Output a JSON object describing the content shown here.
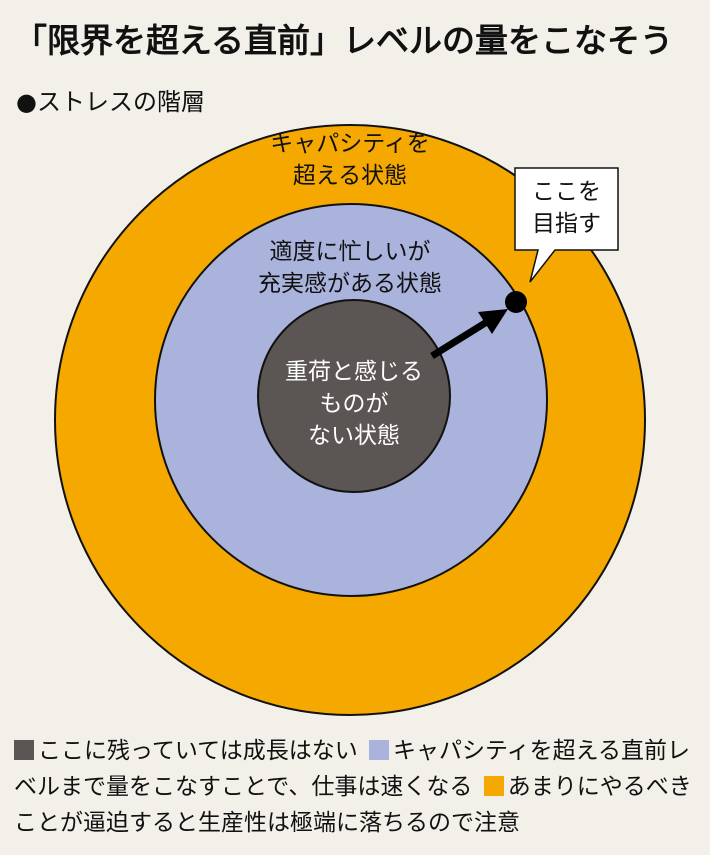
{
  "title": "「限界を超える直前」レベルの量をこなそう",
  "subtitle": "●ストレスの階層",
  "colors": {
    "outer": "#f5a800",
    "middle": "#aab3dc",
    "inner": "#5b5654",
    "background": "#f3f0ea"
  },
  "rings": {
    "outer": {
      "label_line1": "キャパシティを",
      "label_line2": "超える状態"
    },
    "middle": {
      "label_line1": "適度に忙しいが",
      "label_line2": "充実感がある状態"
    },
    "inner": {
      "label_line1": "重荷と感じる",
      "label_line2": "ものが",
      "label_line3": "ない状態"
    }
  },
  "callout": {
    "line1": "ここを",
    "line2": "目指す"
  },
  "legend": {
    "inner_text": "ここに残っていては成長はない",
    "middle_text": "キャパシティを超える直前レベルまで量をこなすことで、仕事は速くなる",
    "outer_text": "あまりにやるべきことが逼迫すると生産性は極端に落ちるので注意"
  }
}
